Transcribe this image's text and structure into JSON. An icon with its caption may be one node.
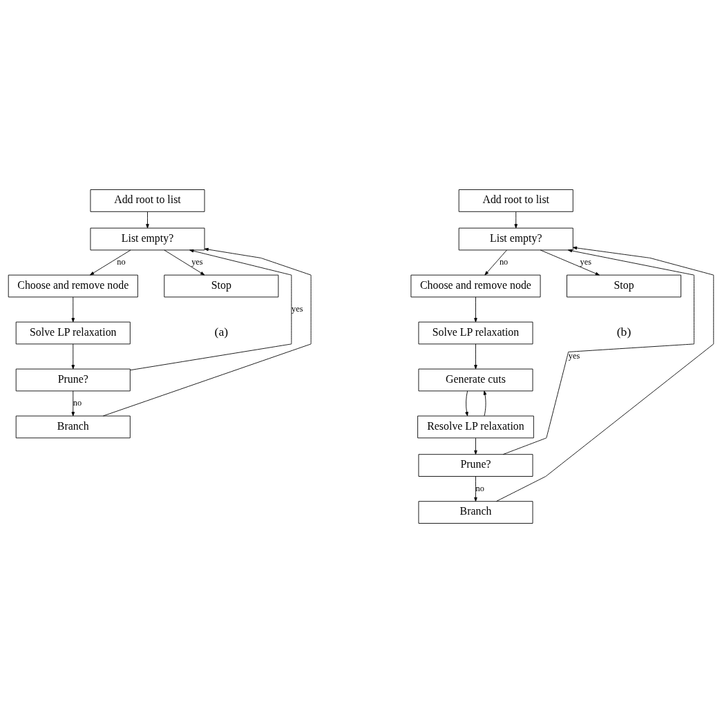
{
  "diagram": {
    "nodes": [
      {
        "text": [
          "Add root to list"
        ]
      },
      {
        "text": [
          "List empty?"
        ]
      },
      {
        "text": [
          "Choose and remove node"
        ]
      },
      {
        "text": [
          "Solve LP relaxation"
        ]
      },
      {
        "text": [
          "Prune?"
        ]
      },
      {
        "text": [
          "Branch"
        ]
      },
      {
        "text": [
          "Stop"
        ]
      },
      {
        "text": [
          "Add root to list"
        ]
      },
      {
        "text": [
          "List empty?"
        ]
      },
      {
        "text": [
          "Choose and remove node"
        ]
      },
      {
        "text": [
          "Solve LP relaxation"
        ]
      },
      {
        "text": [
          "Generate cuts"
        ]
      },
      {
        "text": [
          "Resolve LP relaxation"
        ]
      },
      {
        "text": [
          "Prune?"
        ]
      },
      {
        "text": [
          "Branch"
        ]
      },
      {
        "text": [
          "Stop"
        ]
      }
    ],
    "edges": [
      {
        "from": 0,
        "to": 1,
        "arrow": "to"
      },
      {
        "from": 1,
        "to": 2,
        "arrow": "to",
        "label": "no"
      },
      {
        "from": 2,
        "to": 3,
        "arrow": "to"
      },
      {
        "from": 3,
        "to": 4,
        "arrow": "to"
      },
      {
        "from": 4,
        "to": 5,
        "arrow": "to",
        "label": "no"
      },
      {
        "from": 4,
        "to": 1,
        "arrow": "to",
        "label": "yes"
      },
      {
        "from": 5,
        "to": 1,
        "arrow": "to"
      },
      {
        "from": 1,
        "to": 6,
        "arrow": "to",
        "label": "yes"
      },
      {
        "from": 7,
        "to": 8,
        "arrow": "to"
      },
      {
        "from": 8,
        "to": 9,
        "arrow": "to",
        "label": "no"
      },
      {
        "from": 9,
        "to": 10,
        "arrow": "to"
      },
      {
        "from": 10,
        "to": 11,
        "arrow": "to"
      },
      {
        "from": 11,
        "to": 12,
        "arrow": "to"
      },
      {
        "from": 12,
        "to": 11,
        "arrow": "to"
      },
      {
        "from": 12,
        "to": 13,
        "arrow": "to"
      },
      {
        "from": 13,
        "to": 14,
        "arrow": "to",
        "label": "no"
      },
      {
        "from": 13,
        "to": 8,
        "arrow": "to",
        "label": "yes"
      },
      {
        "from": 14,
        "to": 8,
        "arrow": "to"
      },
      {
        "from": 8,
        "to": 15,
        "arrow": "to",
        "label": "yes"
      }
    ],
    "labels": [
      "(a)",
      "(b)"
    ]
  }
}
